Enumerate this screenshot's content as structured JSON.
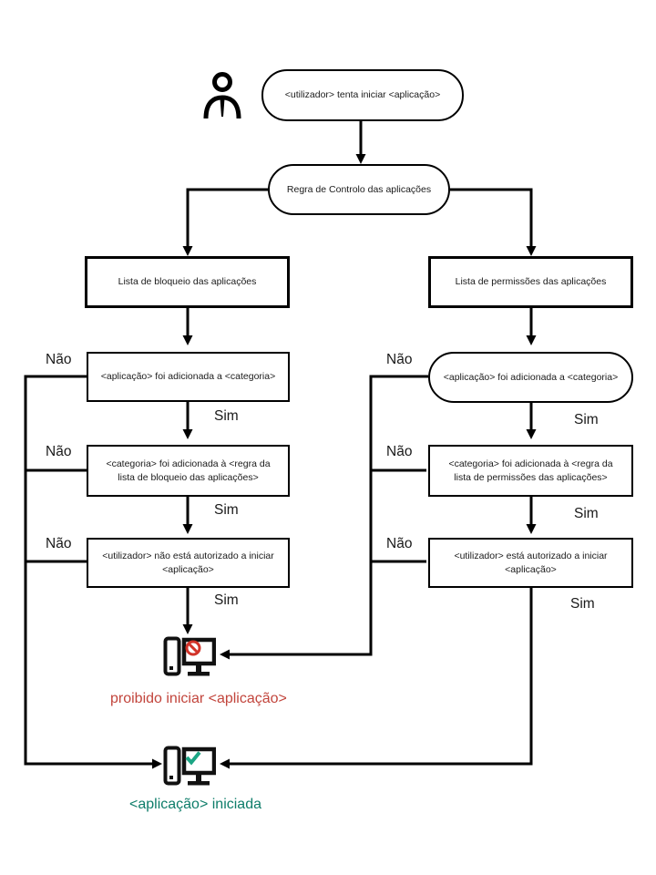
{
  "diagram": {
    "title_hint": "application start control flowchart",
    "labels": {
      "yes": "Sim",
      "no": "Não"
    },
    "nodes": {
      "start": "<utilizador> tenta iniciar <aplicação>",
      "rule": "Regra de Controlo das aplicações",
      "blocklist": "Lista de bloqueio das aplicações",
      "allowlist": "Lista de permissões das aplicações",
      "block_check_app": "<aplicação> foi adicionada a <categoria>",
      "block_check_category": "<categoria> foi adicionada à <regra da\nlista de bloqueio das aplicações>",
      "block_check_user": "<utilizador> não está autorizado a iniciar\n<aplicação>",
      "allow_check_app": "<aplicação> foi adicionada a <categoria>",
      "allow_check_category": "<categoria> foi adicionada à <regra da\nlista de permissões das aplicações>",
      "allow_check_user": "<utilizador> está autorizado a iniciar\n<aplicação>"
    },
    "results": {
      "denied": "proibido iniciar <aplicação>",
      "started": "<aplicação> iniciada"
    },
    "colors": {
      "denied_text": "#c2453c",
      "started_text": "#0e7d6a",
      "prohibition_icon": "#d2342a",
      "checkmark_icon": "#1ba584",
      "line": "#000000"
    },
    "icons": [
      "user-icon",
      "blocked-computer-icon",
      "started-computer-icon"
    ]
  }
}
